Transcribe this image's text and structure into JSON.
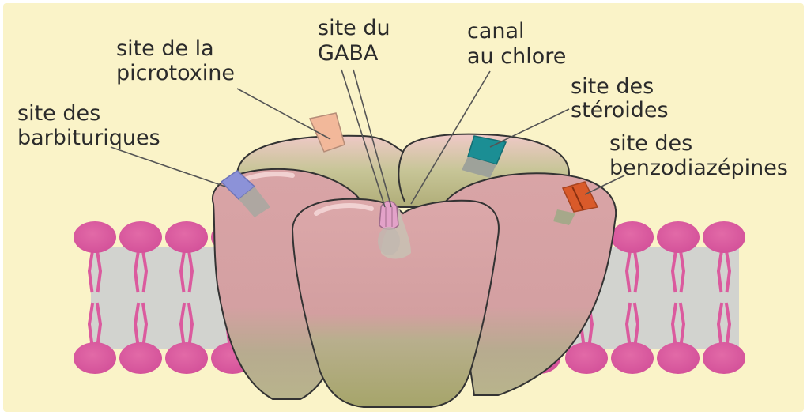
{
  "labels": {
    "picrotoxine": [
      "site de la",
      "picrotoxine"
    ],
    "gaba": [
      "site du",
      "GABA"
    ],
    "canal": [
      "canal",
      "au chlore"
    ],
    "steroides": [
      "site des",
      "stéroides"
    ],
    "barbituriques": [
      "site des",
      "barbituriques"
    ],
    "benzodiazepines": [
      "site des",
      "benzodiazépines"
    ]
  },
  "colors": {
    "background": "#faf3c8",
    "membrane_heads": "#db5a9e",
    "membrane_tails": "#d2d3cf",
    "receptor": "#d8a0a2",
    "receptor_core": "#a9a672",
    "site_picrotoxine": "#f2b89a",
    "site_steroides": "#1b8e94",
    "site_barbituriques": "#8c92d8",
    "site_benzodiazepines": "#d95a2a",
    "site_gaba": "#e3a2c9"
  }
}
